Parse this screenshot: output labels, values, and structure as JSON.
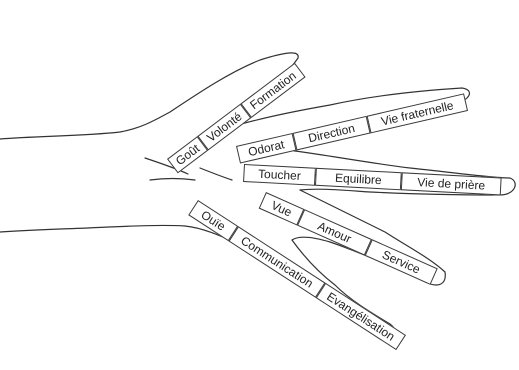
{
  "fingers": {
    "thumb": {
      "labels": [
        "Goût",
        "Volonté",
        "Formation"
      ]
    },
    "index": {
      "labels": [
        "Odorat",
        "Direction",
        "Vie fraternelle"
      ]
    },
    "middle": {
      "labels": [
        "Toucher",
        "Equilibre",
        "Vie de prière"
      ]
    },
    "ring": {
      "labels": [
        "Vue",
        "Amour",
        "Service"
      ]
    },
    "little": {
      "labels": [
        "Ouïe",
        "Communication",
        "Evangélisation"
      ]
    }
  },
  "colors": {
    "stroke": "#333333",
    "box_border": "#3a3a3a",
    "text": "#222222"
  }
}
